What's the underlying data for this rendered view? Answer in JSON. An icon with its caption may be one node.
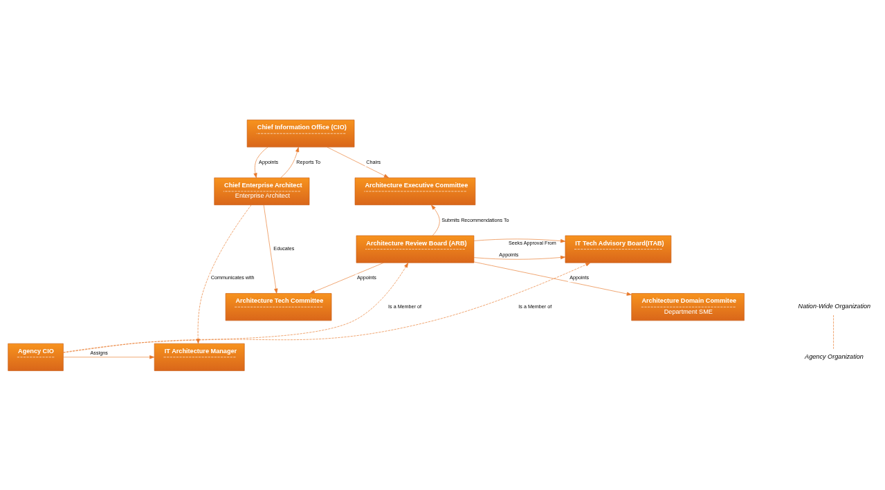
{
  "diagram": {
    "nodes": [
      {
        "text": [
          "Chief Information Office (CIO)"
        ]
      },
      {
        "text": [
          "Chief Enterprise Architect",
          "Enterprise Architect"
        ]
      },
      {
        "text": [
          "Architecture Executive Committee"
        ]
      },
      {
        "text": [
          "Architecture Review Board (ARB)"
        ]
      },
      {
        "text": [
          "IT Tech Advisory Board(ITAB)"
        ]
      },
      {
        "text": [
          "Architecture Tech Committee"
        ]
      },
      {
        "text": [
          "Architecture Domain Commitee",
          "Department SME"
        ]
      },
      {
        "text": [
          "IT Architecture Manager"
        ]
      },
      {
        "text": [
          "Agency CIO"
        ]
      }
    ],
    "edges": [
      {
        "from": 1,
        "to": 0,
        "arrow": "to",
        "label": "Reports To"
      },
      {
        "from": 0,
        "to": 1,
        "arrow": "to",
        "label": "Appoints"
      },
      {
        "from": 0,
        "to": 2,
        "arrow": "to",
        "label": "Chairs"
      },
      {
        "from": 3,
        "to": 2,
        "arrow": "to",
        "label": "Submits Recommendations To"
      },
      {
        "from": 3,
        "to": 4,
        "arrow": "to",
        "label": "Appoints"
      },
      {
        "from": 3,
        "to": 4,
        "arrow": "to",
        "label": "Seeks Approval From"
      },
      {
        "from": 3,
        "to": 5,
        "arrow": "to",
        "label": "Appoints"
      },
      {
        "from": 3,
        "to": 6,
        "arrow": "to",
        "label": "Appoints"
      },
      {
        "from": 1,
        "to": 5,
        "arrow": "to",
        "label": "Educates"
      },
      {
        "from": 1,
        "to": 7,
        "arrow": "to",
        "label": "Communicates with",
        "style": "dashed"
      },
      {
        "from": 8,
        "to": 7,
        "arrow": "to",
        "label": "Assigns"
      },
      {
        "from": 8,
        "to": 3,
        "arrow": "to",
        "label": "Is a Member of",
        "style": "dashed"
      },
      {
        "from": 8,
        "to": 4,
        "arrow": "to",
        "label": "Is a Member of",
        "style": "dashed"
      }
    ],
    "labels": [
      "Nation-Wide Organization",
      "Agency Organization"
    ]
  }
}
